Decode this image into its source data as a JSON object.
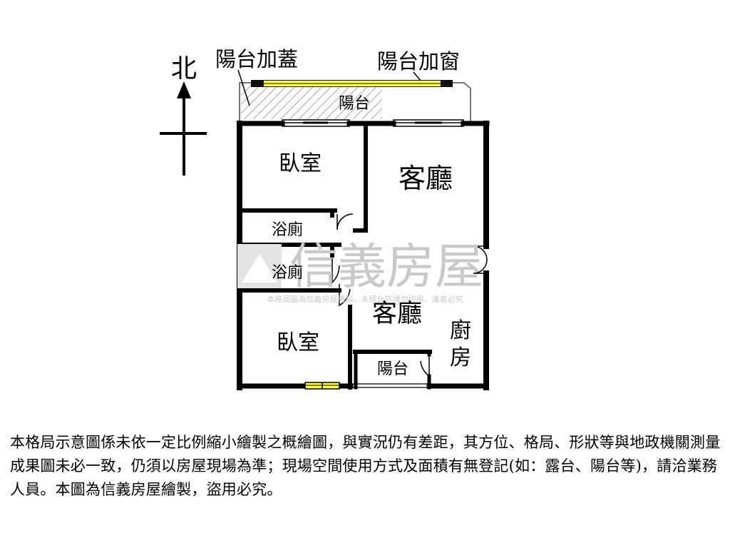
{
  "compass": {
    "north_label": "北"
  },
  "labels": {
    "balcony_roof": "陽台加蓋",
    "balcony_window": "陽台加窗",
    "balcony_top": "陽台",
    "bedroom_top": "臥室",
    "living_top": "客廳",
    "bath_1": "浴廁",
    "bath_2": "浴廁",
    "living_bottom": "客廳",
    "kitchen_line1": "廚",
    "kitchen_line2": "房",
    "bedroom_bottom": "臥室",
    "balcony_bottom": "陽台"
  },
  "watermark": {
    "brand": "信義房屋",
    "notice": "本格局圖為信義房屋繪製，未經允許請勿盜用，違者必究"
  },
  "disclaimer": "本格局示意圖係未依一定比例縮小繪製之概繪圖，與實況仍有差距，其方位、格局、形狀等與地政機關測量成果圖未必一致，仍須以房屋現場為準；現場空間使用方式及面積有無登記(如：露台、陽台等)，請洽業務人員。本圖為信義房屋繪製，盜用必究。",
  "colors": {
    "wall": "#000000",
    "window_highlight": "#ffff33",
    "watermark": "#c9c9c9"
  }
}
